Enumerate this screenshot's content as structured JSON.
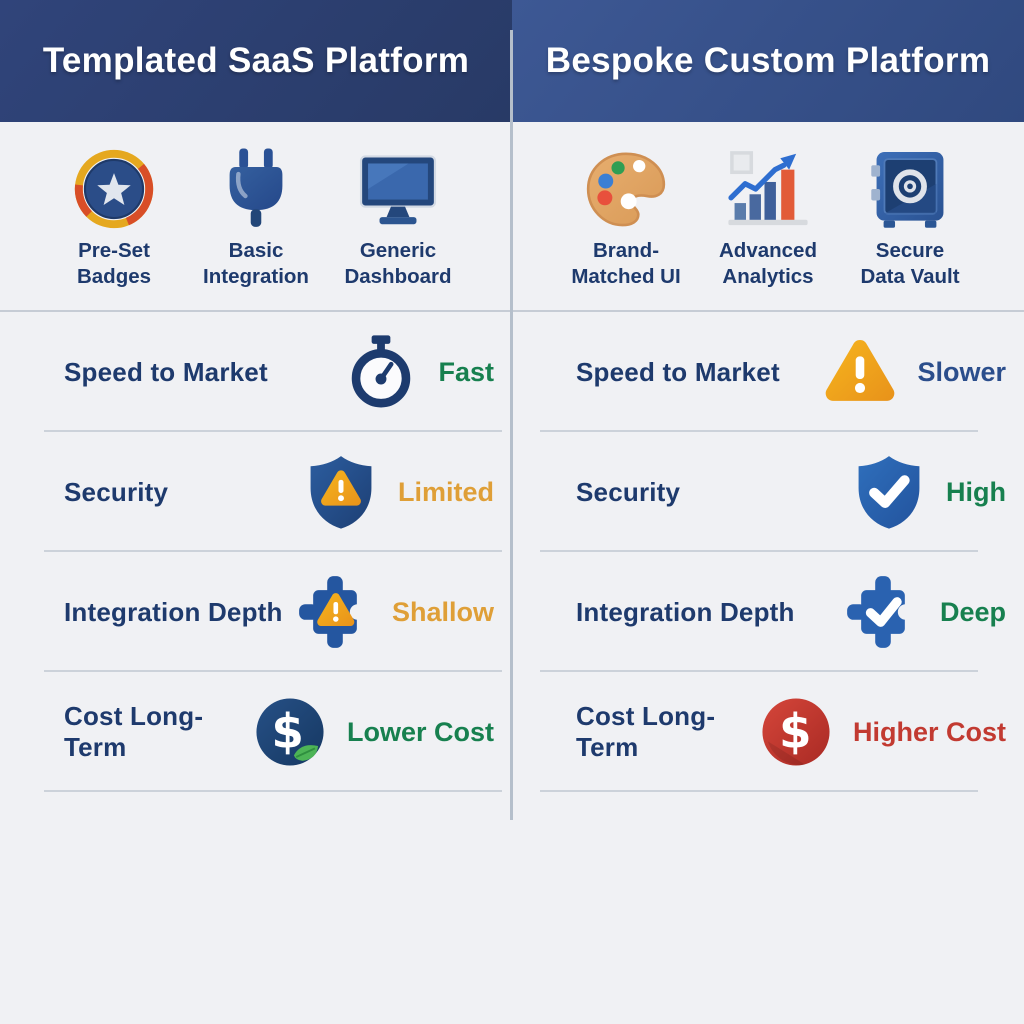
{
  "header": {
    "left": {
      "title": "Templated SaaS Platform"
    },
    "right": {
      "title": "Bespoke Custom Platform"
    }
  },
  "features": {
    "left": [
      {
        "icon": "badge-icon",
        "line1": "Pre-Set",
        "line2": "Badges"
      },
      {
        "icon": "plug-icon",
        "line1": "Basic",
        "line2": "Integration"
      },
      {
        "icon": "monitor-icon",
        "line1": "Generic",
        "line2": "Dashboard"
      }
    ],
    "right": [
      {
        "icon": "palette-icon",
        "line1": "Brand-",
        "line2": "Matched UI"
      },
      {
        "icon": "bar-chart-icon",
        "line1": "Advanced",
        "line2": "Analytics"
      },
      {
        "icon": "vault-icon",
        "line1": "Secure",
        "line2": "Data Vault"
      }
    ]
  },
  "rows": {
    "left": [
      {
        "label": "Speed to Market",
        "icon": "stopwatch-icon",
        "value": "Fast",
        "value_color": "#17804f"
      },
      {
        "label": "Security",
        "icon": "shield-warning-icon",
        "value": "Limited",
        "value_color": "#df9f37"
      },
      {
        "label": "Integration Depth",
        "icon": "puzzle-warning-icon",
        "value": "Shallow",
        "value_color": "#df9f37"
      },
      {
        "label": "Cost Long-Term",
        "icon": "dollar-leaf-icon",
        "value": "Lower Cost",
        "value_color": "#17804f"
      }
    ],
    "right": [
      {
        "label": "Speed to Market",
        "icon": "warning-triangle-icon",
        "value": "Slower",
        "value_color": "#2b4e8c"
      },
      {
        "label": "Security",
        "icon": "shield-check-icon",
        "value": "High",
        "value_color": "#17804f"
      },
      {
        "label": "Integration Depth",
        "icon": "puzzle-check-icon",
        "value": "Deep",
        "value_color": "#17804f"
      },
      {
        "label": "Cost Long-Term",
        "icon": "dollar-red-icon",
        "value": "Higher Cost",
        "value_color": "#c23a31"
      }
    ]
  },
  "colors": {
    "header_left_bg": "#2b3e6e",
    "header_right_bg": "#35508c",
    "page_bg": "#f0f1f4",
    "label_text": "#1e3a6d",
    "divider": "#b5bfcb",
    "positive_green": "#17804f",
    "warning_orange": "#df9f37",
    "negative_red": "#c23a31",
    "neutral_blue": "#2b4e8c"
  }
}
